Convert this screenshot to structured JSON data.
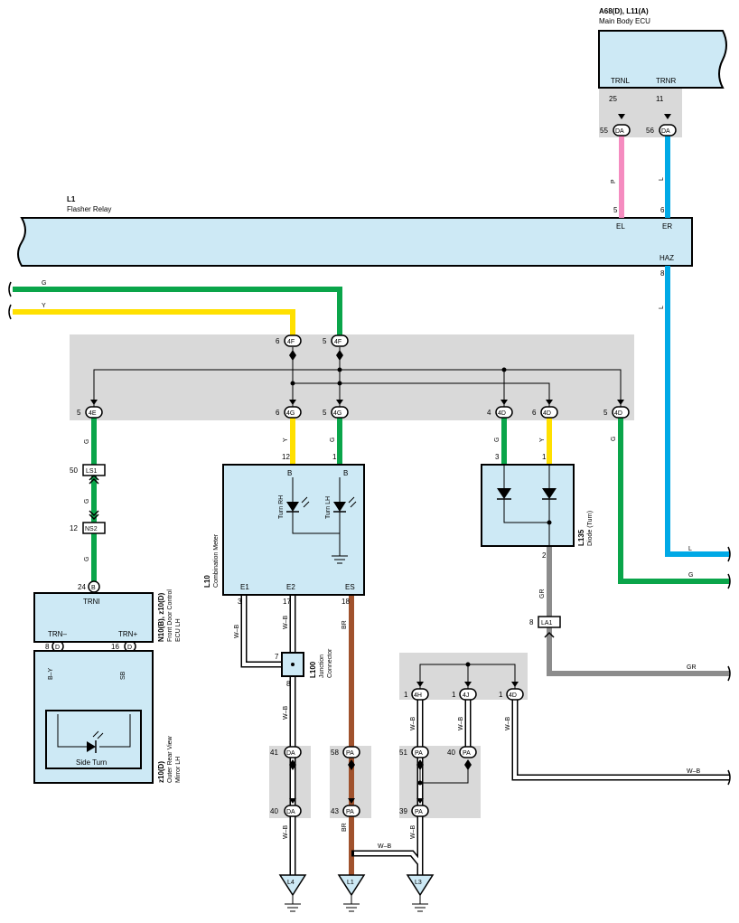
{
  "colors": {
    "box_fill": "#cde9f5",
    "connector_panel": "#d9d9d9",
    "wire_green": "#0aa54a",
    "wire_yellow": "#ffe000",
    "wire_blue": "#00a9e6",
    "wire_pink": "#f58cc0",
    "wire_brown": "#a0522d",
    "wire_gray": "#8c8c8c",
    "wire_lightblue": "#a8dcf5"
  },
  "ecu": {
    "title": "A68(D), L11(A)",
    "subtitle": "Main Body ECU",
    "term_left": "TRNL",
    "term_right": "TRNR",
    "pin_left_top": "25",
    "pin_right_top": "11",
    "pin_left_bot": "55",
    "pin_right_bot": "56",
    "conn_left": "DA",
    "conn_right": "DA"
  },
  "relay": {
    "id": "L1",
    "name": "Flasher Relay",
    "term_el": "EL",
    "term_er": "ER",
    "term_haz": "HAZ",
    "pin_el": "5",
    "pin_er": "6",
    "pin_haz": "8"
  },
  "wires": {
    "p": "P",
    "l": "L",
    "g": "G",
    "y": "Y",
    "gr": "GR",
    "br": "BR",
    "wb": "W–B",
    "by": "B–Y",
    "sb": "SB"
  },
  "junction_top": {
    "c4f_y_pin": "6",
    "c4f_y": "4F",
    "c4f_g_pin": "5",
    "c4f_g": "4F",
    "c4e_pin": "5",
    "c4e": "4E",
    "c4g_y_pin": "6",
    "c4g_y": "4G",
    "c4g_g_pin": "5",
    "c4g_g": "4G",
    "c4d_g_pin": "4",
    "c4d_g": "4D",
    "c4d_y_pin": "6",
    "c4d_y": "4D",
    "c4d_r_pin": "5",
    "c4d_r": "4D"
  },
  "ls1": {
    "pin": "50",
    "name": "LS1"
  },
  "ns2": {
    "pin": "12",
    "name": "NS2"
  },
  "door_ecu": {
    "id": "N10(B), z10(D)",
    "name": "Front Door Control",
    "name2": "ECU LH",
    "term_top": "TRNI",
    "term_minus": "TRN–",
    "term_plus": "TRN+",
    "pin_top": "24",
    "conn_top": "B",
    "pin_minus": "8",
    "conn_minus": "D",
    "pin_plus": "16",
    "conn_plus": "D"
  },
  "mirror": {
    "id": "z10(D)",
    "name": "Outer Rear View",
    "name2": "Mirror LH",
    "lamp": "Side Turn"
  },
  "meter": {
    "id": "L10",
    "name": "Combination Meter",
    "rh": "Turn RH",
    "lh": "Turn LH",
    "b1": "B",
    "b2": "B",
    "pin_b1": "12",
    "pin_b2": "1",
    "e1": "E1",
    "e2": "E2",
    "es": "ES",
    "pin_e1": "3",
    "pin_e2": "17",
    "pin_es": "18"
  },
  "diode": {
    "id": "L135",
    "name": "Diode (Turn)",
    "pin_a": "3",
    "pin_b": "1",
    "pin_out": "2"
  },
  "la1": {
    "pin": "8",
    "name": "LA1"
  },
  "jconn": {
    "id": "L100",
    "name": "Junction",
    "name2": "Connector",
    "pin_in": "7",
    "pin_out": "8"
  },
  "right_labels": {
    "l": "L",
    "g": "G",
    "gr": "GR",
    "wb": "W–B"
  },
  "ground_block": {
    "c4h_pin": "1",
    "c4h": "4H",
    "c4j_pin": "1",
    "c4j": "4J",
    "c4d_pin": "1",
    "c4d": "4D"
  },
  "bottom": {
    "da41_pin": "41",
    "da41": "DA",
    "da40_pin": "40",
    "da40": "DA",
    "pa58_pin": "58",
    "pa58": "PA",
    "pa43_pin": "43",
    "pa43": "PA",
    "pa51_pin": "51",
    "pa51": "PA",
    "pa40_pin": "40",
    "pa40": "PA",
    "pa39_pin": "39",
    "pa39": "PA"
  },
  "grounds": {
    "g1": "L4",
    "g2": "L1",
    "g3": "L3"
  }
}
